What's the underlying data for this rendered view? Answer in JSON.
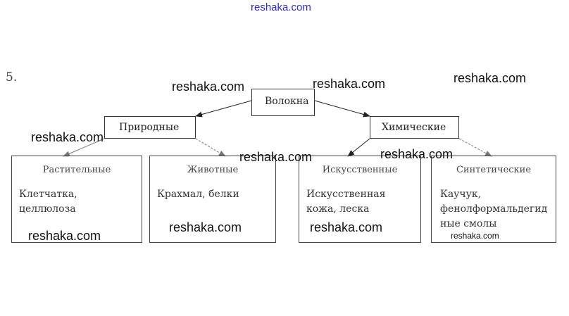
{
  "header": {
    "site_link": "reshaka.com"
  },
  "task": {
    "number": "5."
  },
  "diagram": {
    "root": "Волокна",
    "branches": [
      {
        "label": "Природные",
        "children": [
          {
            "title": "Растительные",
            "text": "Клетчатка,\nцеллюлоза"
          },
          {
            "title": "Животные",
            "text": "Крахмал, белки"
          }
        ]
      },
      {
        "label": "Химические",
        "children": [
          {
            "title": "Искусственные",
            "text": "Искусственная\nкожа, леска"
          },
          {
            "title": "Синтетические",
            "text": "Каучук,\nфенолформальдегид\nные смолы"
          }
        ]
      }
    ]
  },
  "watermarks": [
    "reshaka.com",
    "reshaka.com",
    "reshaka.com",
    "reshaka.com",
    "reshaka.com",
    "reshaka.com",
    "reshaka.com",
    "reshaka.com",
    "reshaka.com",
    "reshaka.com"
  ],
  "watermark_small": "reshaka.com"
}
